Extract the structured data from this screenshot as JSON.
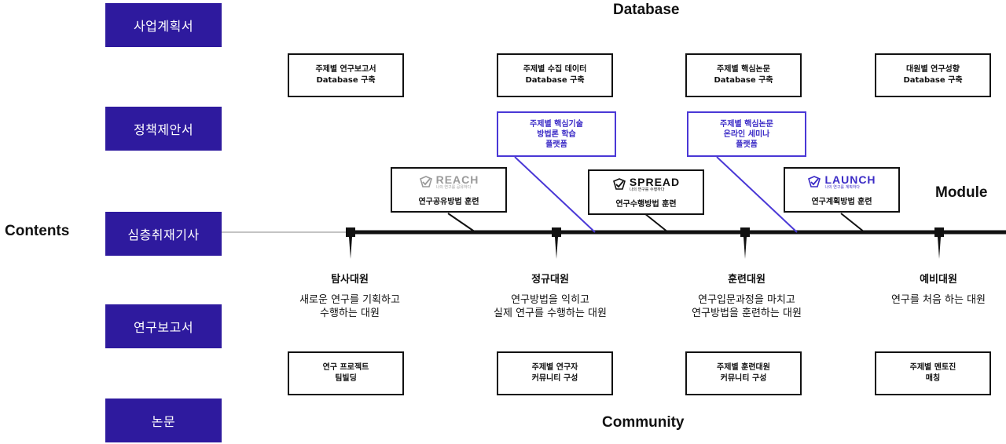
{
  "sections": {
    "database": "Database",
    "module": "Module",
    "contents": "Contents",
    "community": "Community"
  },
  "sidebar": [
    "사업계획서",
    "정책제안서",
    "심층취재기사",
    "연구보고서",
    "논문"
  ],
  "database_boxes": [
    {
      "line1": "주제별 연구보고서",
      "line2": "Database 구축"
    },
    {
      "line1": "주제별 수집 데이터",
      "line2": "Database 구축"
    },
    {
      "line1": "주제별 핵심논문",
      "line2": "Database 구축"
    },
    {
      "line1": "대원별 연구성향",
      "line2": "Database 구축"
    }
  ],
  "platform_boxes": [
    {
      "line1": "주제별 핵심기술",
      "line2": "방법론 학습",
      "line3": "플랫폼"
    },
    {
      "line1": "주제별 핵심논문",
      "line2": "온라인 세미나",
      "line3": "플랫폼"
    }
  ],
  "modules": [
    {
      "logo": "REACH",
      "sub": "나의 연구를 공유하다",
      "label": "연구공유방법 훈련",
      "color": "#9a9a9a"
    },
    {
      "logo": "SPREAD",
      "sub": "나의 연구를 수행하다",
      "label": "연구수행방법 훈련",
      "color": "#111111"
    },
    {
      "logo": "LAUNCH",
      "sub": "나의 연구를 계획하다",
      "label": "연구계획방법 훈련",
      "color": "#3b2bc6"
    }
  ],
  "stages": [
    {
      "title": "탐사대원",
      "desc1": "새로운 연구를 기획하고",
      "desc2": "수행하는 대원"
    },
    {
      "title": "정규대원",
      "desc1": "연구방법을 익히고",
      "desc2": "실제 연구를 수행하는 대원"
    },
    {
      "title": "훈련대원",
      "desc1": "연구입문과정을 마치고",
      "desc2": "연구방법을 훈련하는 대원"
    },
    {
      "title": "예비대원",
      "desc1": "연구를 처음 하는 대원",
      "desc2": ""
    }
  ],
  "community_boxes": [
    {
      "line1": "연구 프로젝트",
      "line2": "팀빌딩"
    },
    {
      "line1": "주제별 연구자",
      "line2": "커뮤니티 구성"
    },
    {
      "line1": "주제별 훈련대원",
      "line2": "커뮤니티 구성"
    },
    {
      "line1": "주제별 멘토진",
      "line2": "매칭"
    }
  ],
  "colors": {
    "sidebar_bg": "#2e1a9e",
    "platform_border": "#4a38d6",
    "line": "#111111"
  }
}
